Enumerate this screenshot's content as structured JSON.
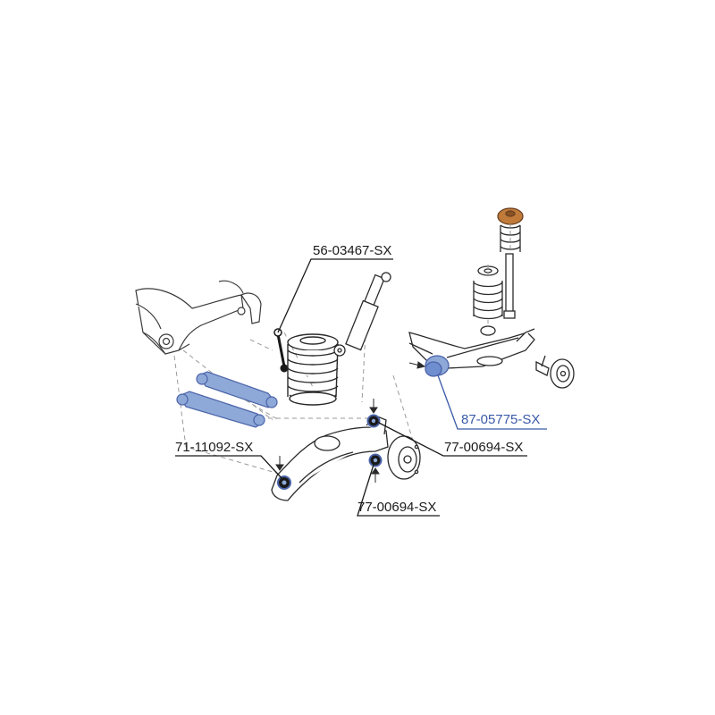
{
  "labels": {
    "sway_bar_link": "56-03467-SX",
    "trailing_arm_bushing": "87-05775-SX",
    "lower_arm_bushing": "71-11092-SX",
    "upper_knuckle_bushing": "77-00694-SX",
    "lower_knuckle_bushing": "77-00694-SX"
  },
  "colors": {
    "outline": "#3a3a3a",
    "part_fill": "#ffffff",
    "highlight_blue": "#8ea8d8",
    "highlight_blue_dark": "#4a63a8",
    "bushing_dark": "#1a1a1a",
    "mount_orange": "#c07a3a",
    "leader_blue": "#3a5aa8",
    "guide_dash": "#9a9a9a"
  }
}
